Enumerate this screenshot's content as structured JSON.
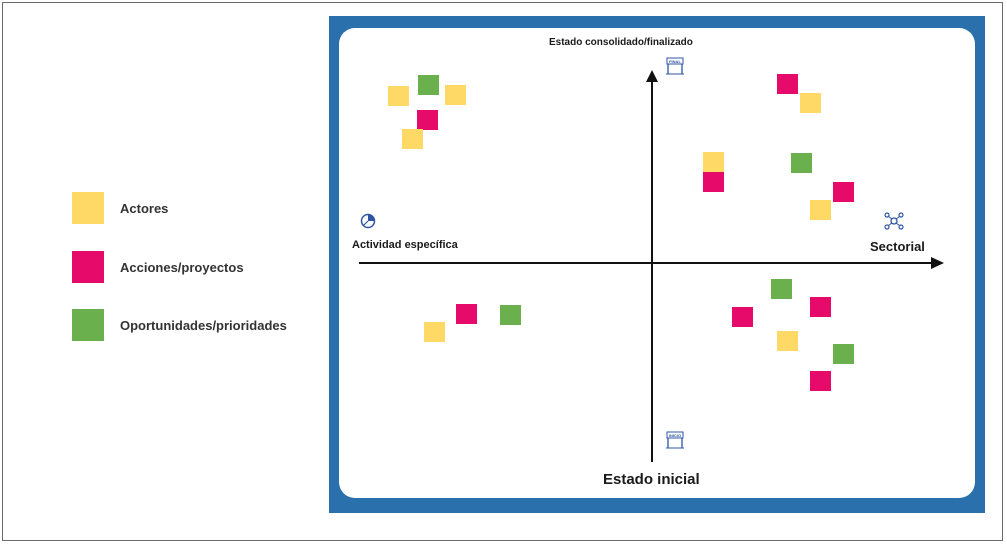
{
  "legend": {
    "items": [
      {
        "key": "actors",
        "label": "Actores",
        "color": "#ffd966"
      },
      {
        "key": "actions",
        "label": "Acciones/proyectos",
        "color": "#e60a6a"
      },
      {
        "key": "opportunities",
        "label": "Oportunidades/prioridades",
        "color": "#6ab04c"
      }
    ]
  },
  "axes": {
    "top_label": "Estado consolidado/finalizado",
    "bottom_label": "Estado inicial",
    "left_label": "Actividad específica",
    "right_label": "Sectorial",
    "top_icon_text": "FINAL",
    "bottom_icon_text": "INICIO"
  },
  "colors": {
    "board_border": "#2a70ad",
    "axis": "#111111",
    "icon": "#2f56a3"
  }
}
